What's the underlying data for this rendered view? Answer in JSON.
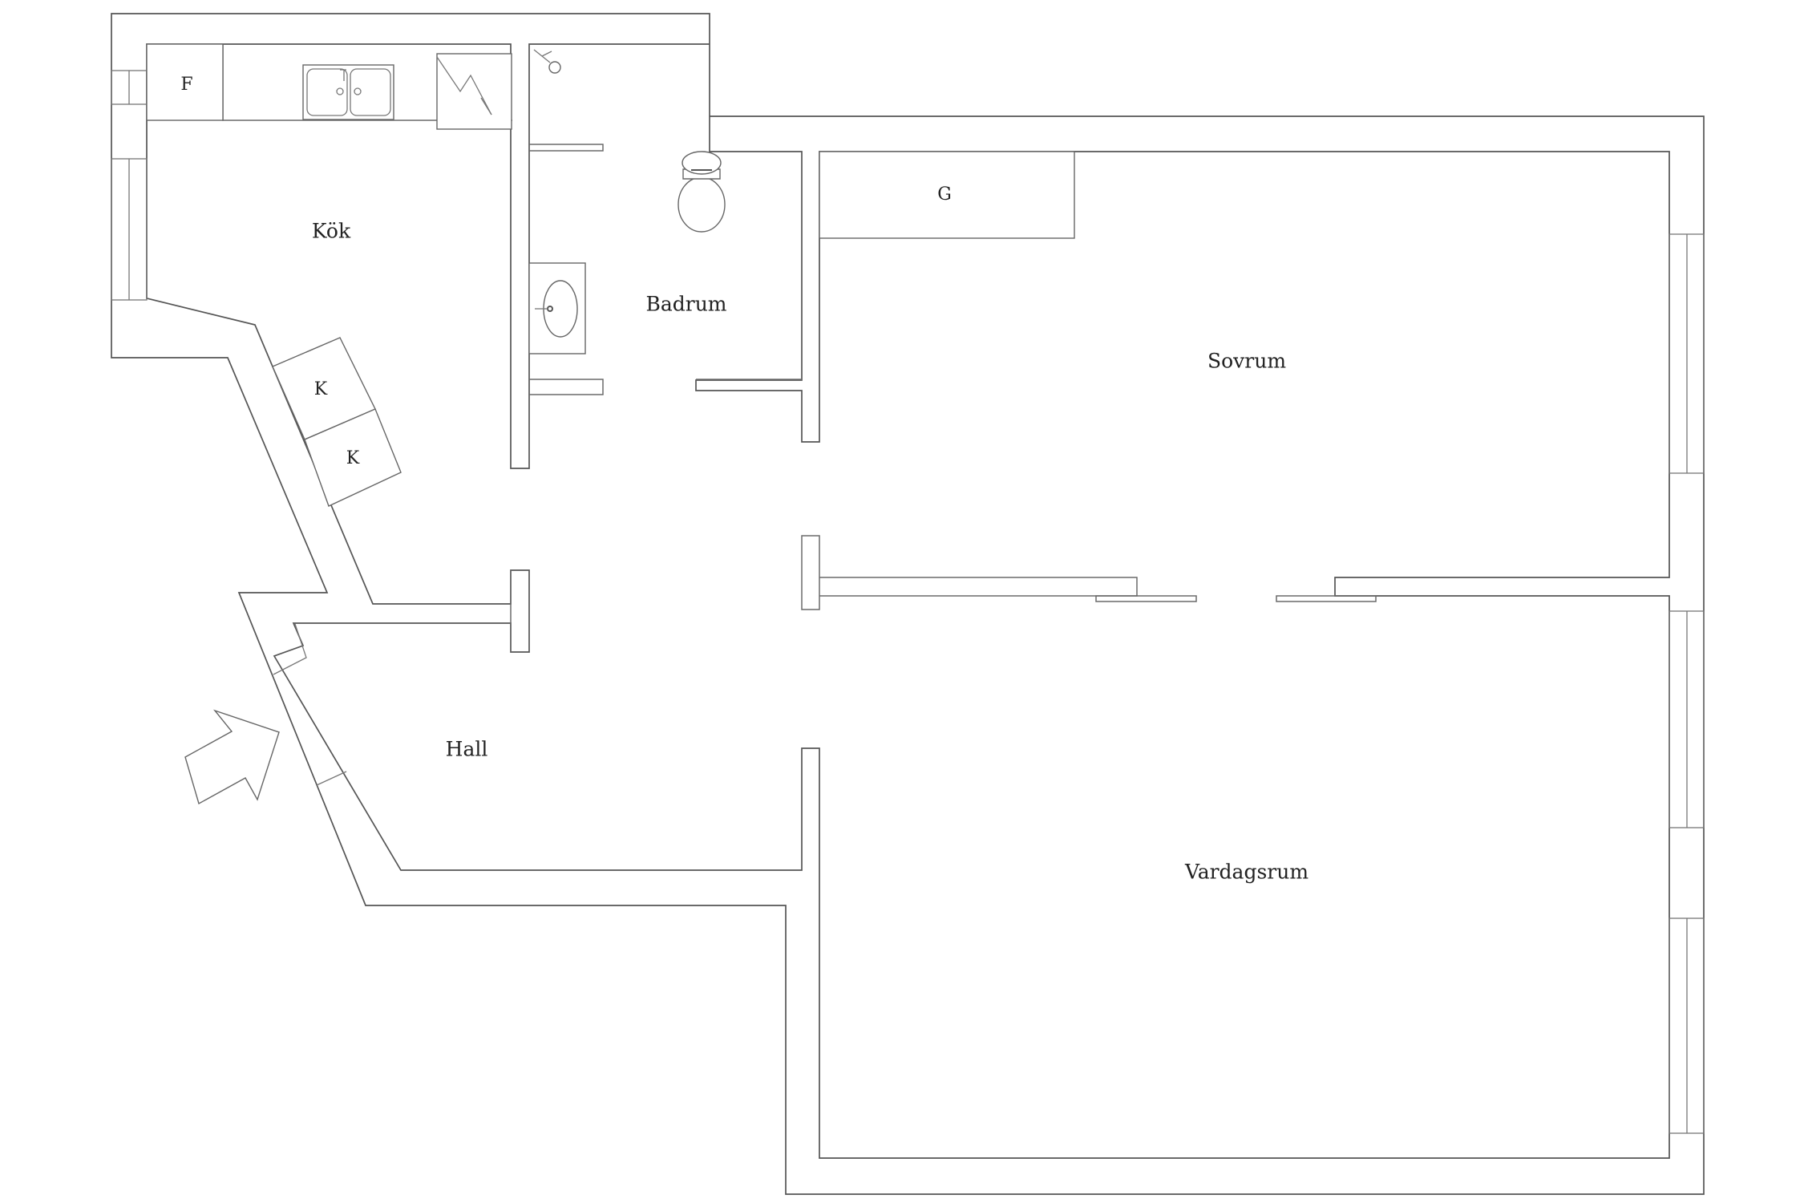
{
  "rooms": {
    "kitchen": "Kök",
    "bathroom": "Badrum",
    "bedroom": "Sovrum",
    "hall": "Hall",
    "living_room": "Vardagsrum"
  },
  "appliances": {
    "fridge": "F",
    "wardrobe": "G",
    "closet_1": "K",
    "closet_2": "K"
  },
  "icons": {
    "entrance": "entrance-arrow-icon",
    "sink": "kitchen-sink-icon",
    "stove": "stove-icon",
    "toilet": "toilet-icon",
    "washbasin": "washbasin-icon",
    "shower": "shower-head-icon"
  }
}
